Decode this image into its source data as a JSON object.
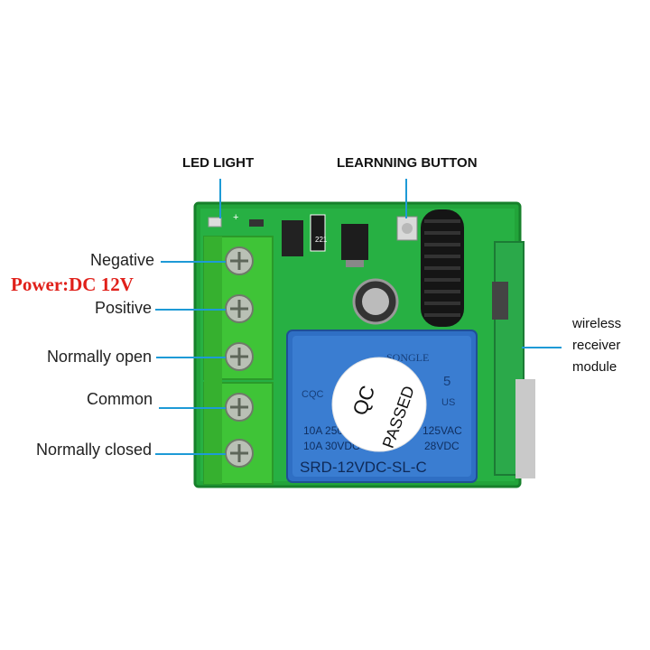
{
  "labels": {
    "led_light": "LED LIGHT",
    "learning_button": "LEARNNING BUTTON",
    "negative": "Negative",
    "power": "Power:DC 12V",
    "positive": "Positive",
    "normally_open": "Normally open",
    "common": "Common",
    "normally_closed": "Normally closed",
    "wireless_line1": "wireless",
    "wireless_line2": "receiver",
    "wireless_line3": "module"
  },
  "relay": {
    "brand": "SONGLE",
    "rating1": "10A 250VAC",
    "rating1b": "125VAC",
    "rating2": "10A 30VDC",
    "rating2b": "28VDC",
    "model": "SRD-12VDC-SL-C",
    "cert": "CQC",
    "us": "US",
    "num": "5"
  },
  "sticker": {
    "line1": "QC",
    "line2": "PASSED"
  },
  "pcb": {
    "chip1": "221",
    "led_mark": "+"
  },
  "colors": {
    "pcb": "#22a43a",
    "terminal": "#3fc437",
    "relay": "#2f6fc4",
    "leader": "#1e9ad6",
    "power_text": "#e0201a"
  }
}
